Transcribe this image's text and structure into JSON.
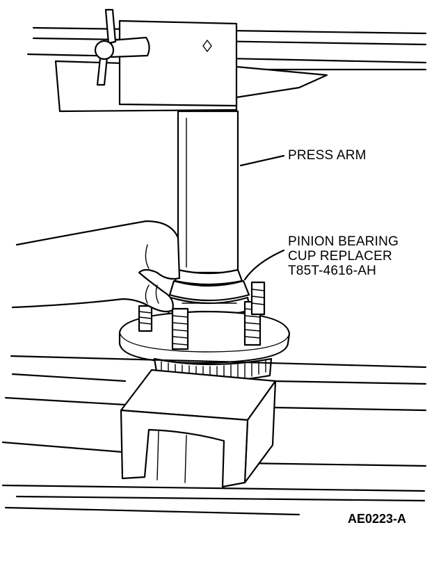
{
  "labels": {
    "press_arm": "PRESS ARM",
    "replacer_line1": "PINION BEARING",
    "replacer_line2": "CUP REPLACER",
    "replacer_line3": "T85T-4616-AH"
  },
  "figure_id": "AE0223-A"
}
